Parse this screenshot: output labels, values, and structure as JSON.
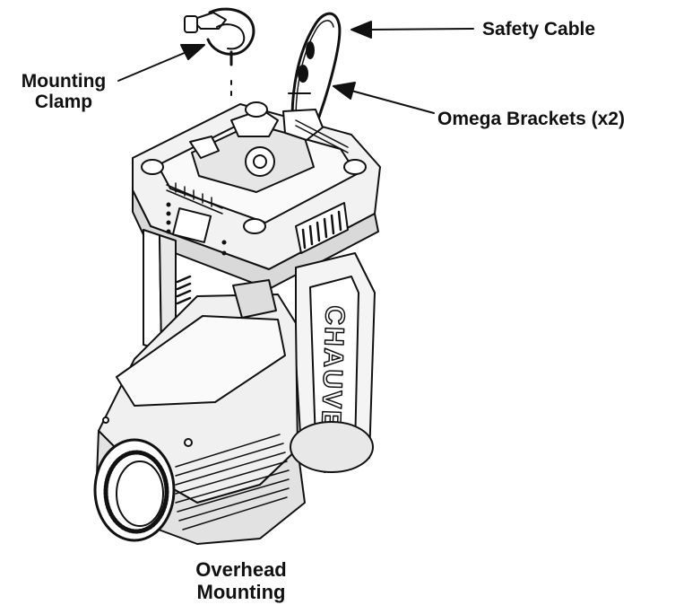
{
  "labels": {
    "mounting_clamp": [
      "Mounting",
      "Clamp"
    ],
    "safety_cable": "Safety Cable",
    "omega_brackets": "Omega Brackets (x2)",
    "caption": [
      "Overhead",
      "Mounting"
    ],
    "brand_mark": "CHAUVET"
  },
  "colors": {
    "ink": "#111111",
    "light_fill": "#ececec",
    "mid_fill": "#d6d6d6",
    "dark_fill": "#3a3a3a"
  }
}
